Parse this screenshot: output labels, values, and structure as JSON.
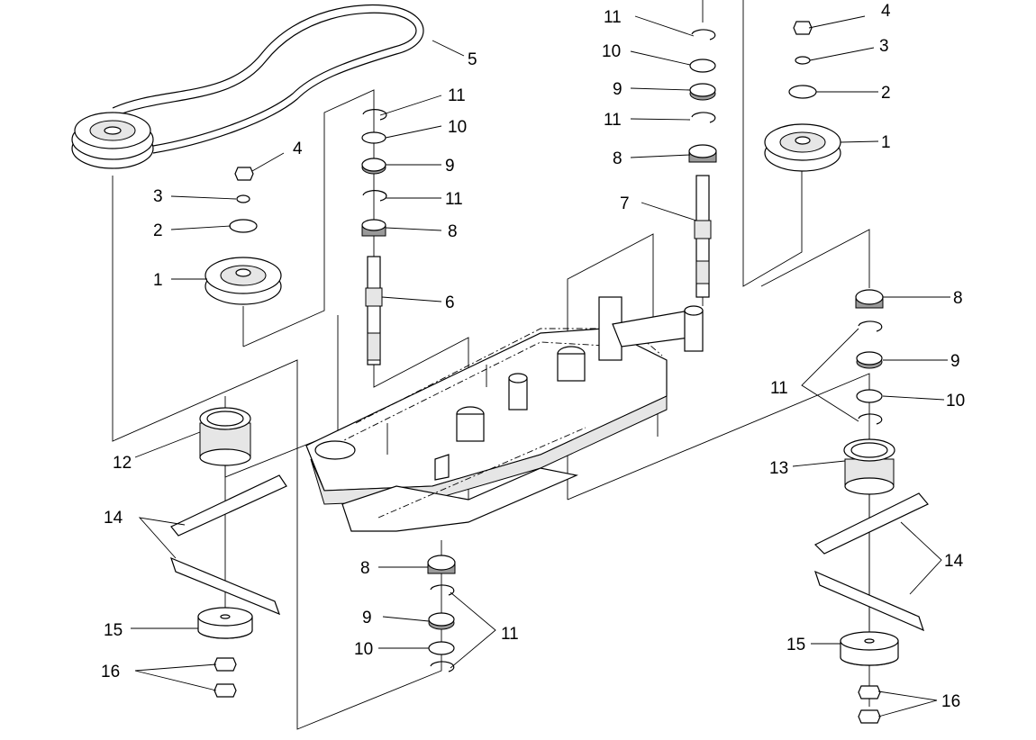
{
  "diagram": {
    "callouts": {
      "c1": "11",
      "c2": "10",
      "c3": "9",
      "c4": "11",
      "c5": "8",
      "c6": "7",
      "c7": "4",
      "c8": "3",
      "c9": "2",
      "c10": "1",
      "c11": "5",
      "c12": "11",
      "c13": "10",
      "c14": "9",
      "c15": "11",
      "c16": "8",
      "c17": "6",
      "c18": "4",
      "c19": "3",
      "c20": "2",
      "c21": "1",
      "c22": "8",
      "c23": "9",
      "c24": "11",
      "c25": "10",
      "c26": "12",
      "c27": "14",
      "c28": "15",
      "c29": "16",
      "c30": "8",
      "c31": "9",
      "c32": "10",
      "c33": "11",
      "c34": "13",
      "c35": "14",
      "c36": "15",
      "c37": "16"
    }
  }
}
